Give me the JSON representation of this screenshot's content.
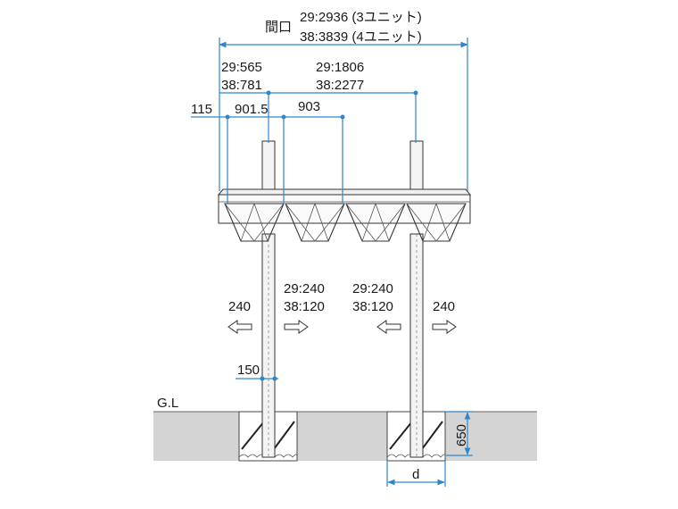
{
  "title_label": "間口",
  "frontage": {
    "line1": "29:2936 (3ユニット)",
    "line2": "38:3839 (4ユニット)"
  },
  "offset_left": {
    "line1": "29:565",
    "line2": "38:781"
  },
  "offset_right": {
    "line1": "29:1806",
    "line2": "38:2277"
  },
  "dim_115": "115",
  "dim_9015": "901.5",
  "dim_903": "903",
  "overhang_left": "240",
  "overhang_right": "240",
  "inner_left": {
    "line1": "29:240",
    "line2": "38:120"
  },
  "inner_right": {
    "line1": "29:240",
    "line2": "38:120"
  },
  "post_width": "150",
  "ground_label": "G.L",
  "depth": "650",
  "footing": "d",
  "colors": {
    "dimension": "#2f86c9",
    "ground": "#d4d4d4",
    "line": "#333333"
  }
}
